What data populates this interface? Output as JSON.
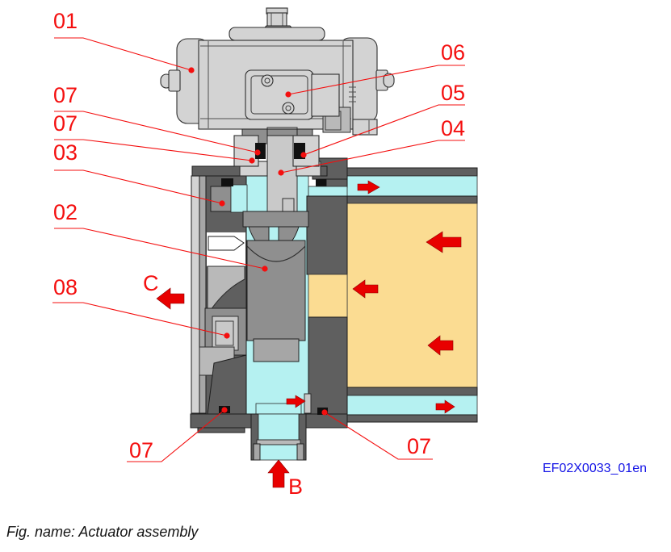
{
  "figure": {
    "caption": "Fig. name: Actuator assembly",
    "code": "EF02X0033_01en"
  },
  "callouts": {
    "c01": "01",
    "c07a": "07",
    "c07b": "07",
    "c03": "03",
    "c02": "02",
    "c08": "08",
    "c07c": "07",
    "c06": "06",
    "c05": "05",
    "c04": "04",
    "c07d": "07"
  },
  "flow_markers": {
    "inlet": "B",
    "outlet": "C"
  },
  "colors": {
    "label_red": "#f40f0f",
    "arrow_red": "#e80000",
    "code_blue": "#1414e6",
    "caption_black": "#141414",
    "flow_cyan": "#b5f1f1",
    "medium_tan": "#fbdc92",
    "body_dark": "#5f5f5f",
    "body_mid": "#8f8f8f",
    "body_mid2": "#a6a6a6",
    "body_light": "#d3d3d3",
    "body_light2": "#b9b9b9",
    "stem_gray": "#c9c9c9",
    "seal_black": "#111111"
  }
}
